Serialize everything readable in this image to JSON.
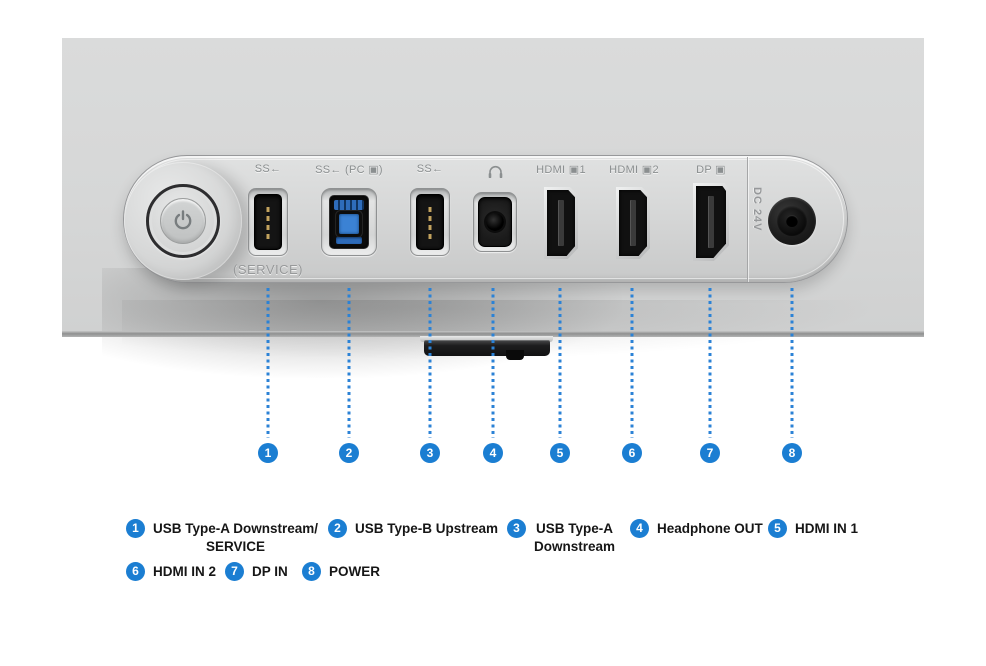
{
  "colors": {
    "accent_blue": "#1b7ed2",
    "monitor_gray": "#d7d8d8",
    "panel_border": "#97989a"
  },
  "ports": [
    {
      "label": "SS←",
      "sublabel": "(SERVICE)",
      "type": "usb-a-downstream-service"
    },
    {
      "label": "SS← (PC ▣)",
      "type": "usb-b-upstream"
    },
    {
      "label": "SS←",
      "type": "usb-a-downstream"
    },
    {
      "label": "",
      "type": "headphone-out"
    },
    {
      "label": "HDMI ▣1",
      "type": "hdmi-in-1"
    },
    {
      "label": "HDMI ▣2",
      "type": "hdmi-in-2"
    },
    {
      "label": "DP ▣",
      "type": "dp-in"
    },
    {
      "label": "DC 24V",
      "type": "dc-power"
    }
  ],
  "callouts": [
    "1",
    "2",
    "3",
    "4",
    "5",
    "6",
    "7",
    "8"
  ],
  "legend": {
    "items": [
      {
        "num": "1",
        "label": "USB Type-A Downstream/",
        "label2": "SERVICE"
      },
      {
        "num": "2",
        "label": "USB Type-B Upstream",
        "label2": ""
      },
      {
        "num": "3",
        "label": "USB Type-A",
        "label2": "Downstream"
      },
      {
        "num": "4",
        "label": "Headphone OUT",
        "label2": ""
      },
      {
        "num": "5",
        "label": "HDMI IN 1",
        "label2": ""
      },
      {
        "num": "6",
        "label": "HDMI IN 2",
        "label2": ""
      },
      {
        "num": "7",
        "label": "DP IN",
        "label2": ""
      },
      {
        "num": "8",
        "label": "POWER",
        "label2": ""
      }
    ]
  }
}
